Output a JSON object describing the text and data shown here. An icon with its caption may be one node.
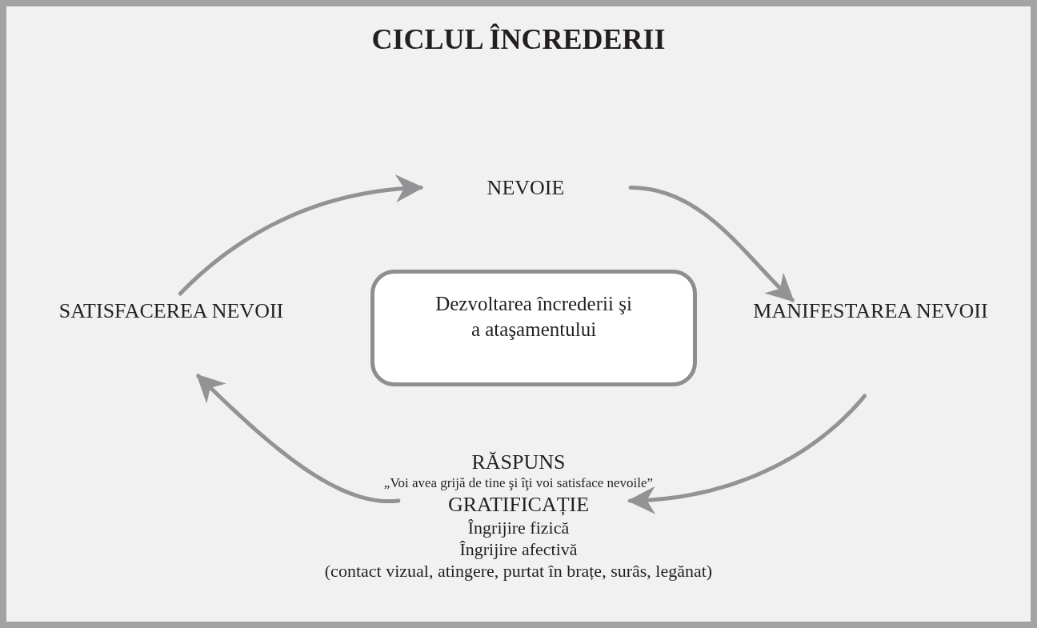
{
  "diagram": {
    "title": "CICLUL ÎNCREDERII",
    "nodes": [
      {
        "text": [
          "NEVOIE"
        ]
      },
      {
        "text": [
          "MANIFESTAREA NEVOII"
        ]
      },
      {
        "text": [
          "RĂSPUNS",
          "„Voi avea grijă de tine şi îţi voi satisface nevoile”",
          "GRATIFICAȚIE",
          "Îngrijire fizică",
          "Îngrijire afectivă",
          "(contact vizual, atingere, purtat în brațe, surâs, legănat)"
        ]
      },
      {
        "text": [
          "SATISFACEREA NEVOII"
        ]
      },
      {
        "text": [
          "Dezvoltarea încrederii şi a  ataşamentului"
        ]
      }
    ],
    "edges": [
      {
        "from": 0,
        "to": 1,
        "arrow": "to"
      },
      {
        "from": 1,
        "to": 2,
        "arrow": "to"
      },
      {
        "from": 2,
        "to": 3,
        "arrow": "to"
      },
      {
        "from": 3,
        "to": 0,
        "arrow": "to"
      }
    ]
  }
}
